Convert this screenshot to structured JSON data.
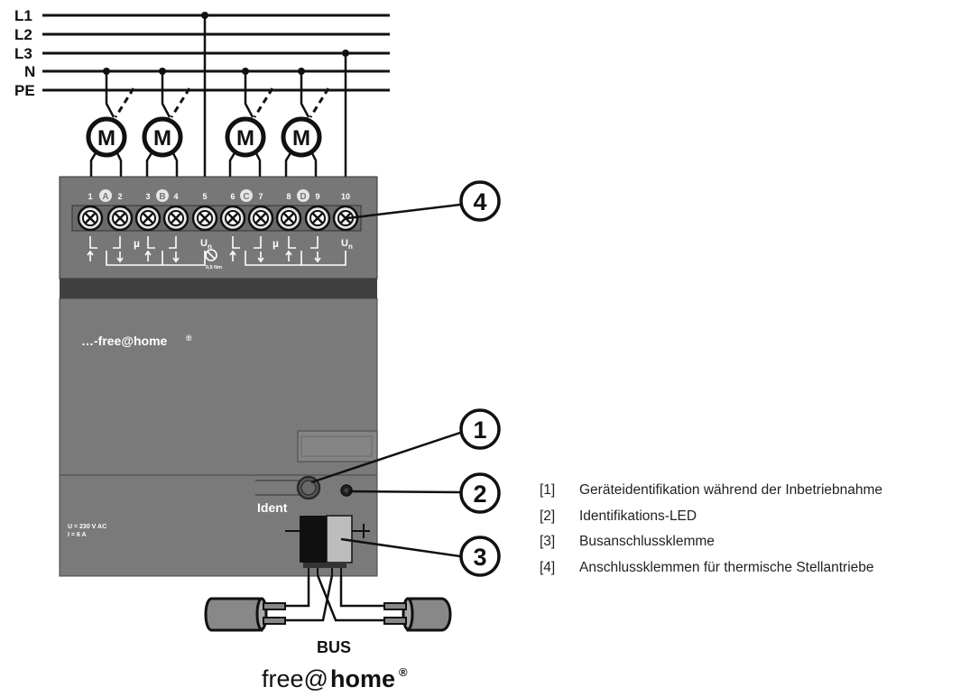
{
  "lines": [
    "L1",
    "L2",
    "L3",
    "N",
    "PE"
  ],
  "motor_label": "M",
  "terminals": {
    "numbers": [
      "1",
      "2",
      "3",
      "4",
      "5",
      "6",
      "7",
      "8",
      "9",
      "10"
    ],
    "channels": [
      "A",
      "B",
      "C",
      "D"
    ],
    "un": [
      "U",
      "U"
    ],
    "un_sub": [
      "n",
      "n"
    ],
    "mu": [
      "µ",
      "µ"
    ],
    "torque": "0,5 Nm"
  },
  "brand_label": "…-free@home",
  "brand_reg": "®",
  "ident_label": "Ident",
  "ratings": [
    "U = 230 V AC",
    "I = 6 A"
  ],
  "callouts": [
    "1",
    "2",
    "3",
    "4"
  ],
  "bus_label": "BUS",
  "logo": {
    "prefix": "free@",
    "bold": "home",
    "reg": "®"
  },
  "legend": [
    {
      "num": "[1]",
      "text": "Geräteidentifikation während der Inbetriebnahme"
    },
    {
      "num": "[2]",
      "text": "Identifikations-LED"
    },
    {
      "num": "[3]",
      "text": "Busanschlussklemme"
    },
    {
      "num": "[4]",
      "text": "Anschlussklemmen für thermische Stellantriebe"
    }
  ]
}
